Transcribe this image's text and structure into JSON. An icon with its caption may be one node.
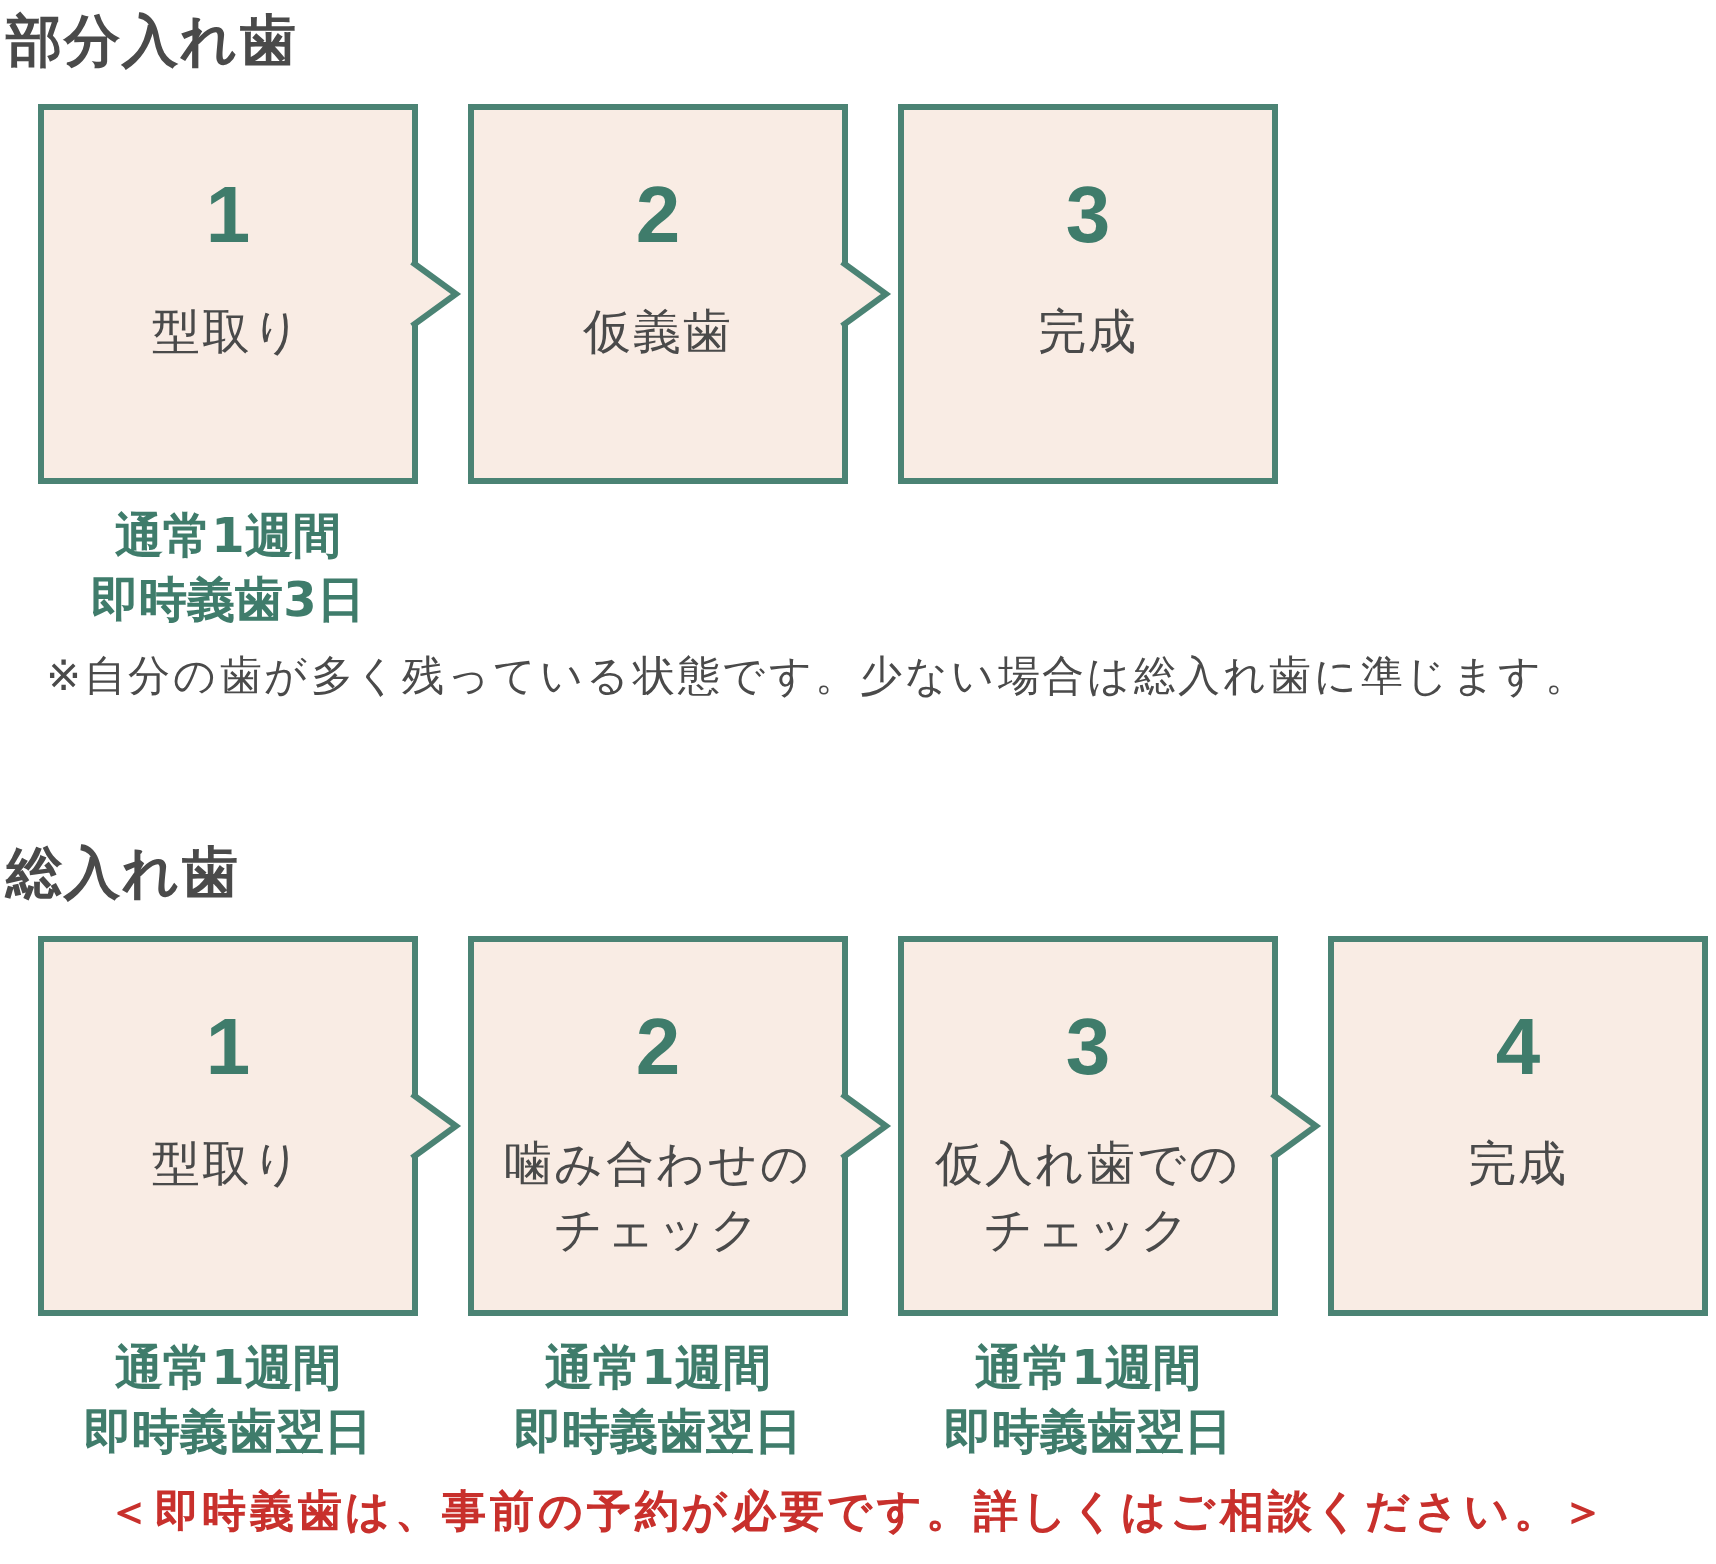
{
  "diagram": {
    "nodes": [
      {
        "text": [
          "1",
          "型取り"
        ],
        "beside": [
          "通常1週間",
          "即時義歯3日"
        ]
      },
      {
        "text": [
          "2",
          "仮義歯"
        ]
      },
      {
        "text": [
          "3",
          "完成"
        ]
      },
      {
        "text": [
          "1",
          "型取り"
        ],
        "beside": [
          "通常1週間",
          "即時義歯翌日"
        ]
      },
      {
        "text": [
          "2",
          "噛み合わせのチェック"
        ],
        "beside": [
          "通常1週間",
          "即時義歯翌日"
        ]
      },
      {
        "text": [
          "3",
          "仮入れ歯でのチェック"
        ],
        "beside": [
          "通常1週間",
          "即時義歯翌日"
        ]
      },
      {
        "text": [
          "4",
          "完成"
        ]
      }
    ],
    "edges": [
      {
        "from": 0,
        "to": 1,
        "arrow": "to"
      },
      {
        "from": 1,
        "to": 2,
        "arrow": "to"
      },
      {
        "from": 3,
        "to": 4,
        "arrow": "to"
      },
      {
        "from": 4,
        "to": 5,
        "arrow": "to"
      },
      {
        "from": 5,
        "to": 6,
        "arrow": "to"
      }
    ],
    "labels": [
      "部分入れ歯",
      "※自分の歯が多く残っている状態です。少ない場合は総入れ歯に準じます。",
      "総入れ歯",
      "＜即時義歯は、事前の予約が必要です。詳しくはご相談ください。＞"
    ]
  }
}
